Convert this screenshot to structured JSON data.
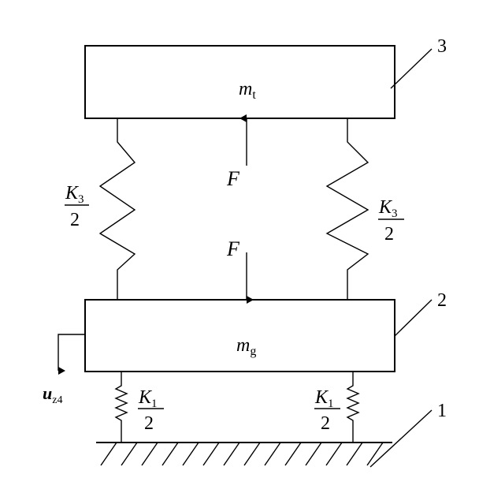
{
  "labels": {
    "callout_top": "3",
    "callout_middle": "2",
    "callout_ground": "1",
    "mass_top": {
      "symbol": "m",
      "subscript": "t"
    },
    "mass_bottom": {
      "symbol": "m",
      "subscript": "g"
    },
    "force_up": "F",
    "force_down": "F",
    "upper_spring_left": {
      "symbol": "K",
      "subscript": "3",
      "denominator": "2"
    },
    "upper_spring_right": {
      "symbol": "K",
      "subscript": "3",
      "denominator": "2"
    },
    "lower_spring_left": {
      "symbol": "K",
      "subscript": "1",
      "denominator": "2"
    },
    "lower_spring_right": {
      "symbol": "K",
      "subscript": "1",
      "denominator": "2"
    },
    "displacement": {
      "symbol": "u",
      "subscript": "z4"
    }
  }
}
